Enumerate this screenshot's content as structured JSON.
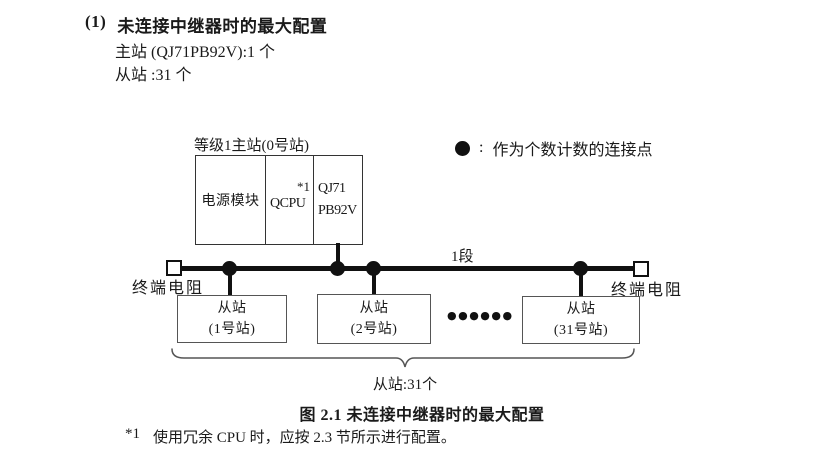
{
  "header": {
    "number": "(1)",
    "title": "未连接中继器时的最大配置",
    "master_count": "主站 (QJ71PB92V):1 个",
    "slave_count": "从站 :31 个"
  },
  "diagram": {
    "master_label": "等级1主站(0号站)",
    "master_box": {
      "power_module": "电源模块",
      "cpu": "QCPU",
      "cpu_note": "*1",
      "network_module_line1": "QJ71",
      "network_module_line2": "PB92V"
    },
    "legend": {
      "separator": ":",
      "text": "作为个数计数的连接点"
    },
    "segment_label": "1段",
    "terminator_left_label": "终端电阻",
    "terminator_right_label": "终端电阻",
    "slaves": [
      {
        "line1": "从站",
        "line2": "(1号站)"
      },
      {
        "line1": "从站",
        "line2": "(2号站)"
      },
      {
        "line1": "从站",
        "line2": "(31号站)"
      }
    ],
    "ellipsis": "●●●●●●",
    "brace_label": "从站:31个"
  },
  "caption": "图 2.1 未连接中继器时的最大配置",
  "footnote": {
    "marker": "*1",
    "text": "使用冗余 CPU 时，应按 2.3 节所示进行配置。"
  },
  "colors": {
    "line": "#111111",
    "master_border": "#333333",
    "slave_border": "#555555",
    "text": "#1a1a1a"
  }
}
